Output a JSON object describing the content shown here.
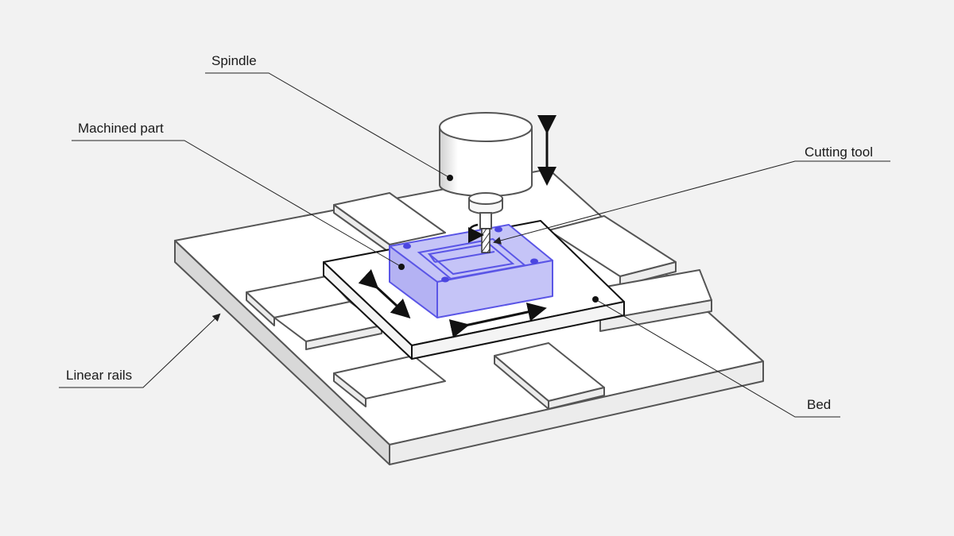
{
  "labels": {
    "spindle": "Spindle",
    "machined_part": "Machined part",
    "cutting_tool": "Cutting tool",
    "linear_rails": "Linear rails",
    "bed": "Bed"
  },
  "colors": {
    "background": "#f2f2f2",
    "part_fill": "#c5c4f7",
    "part_stroke": "#5a55e6",
    "part_accent": "#4b46e0",
    "outline": "#555555",
    "ink": "#111111"
  }
}
